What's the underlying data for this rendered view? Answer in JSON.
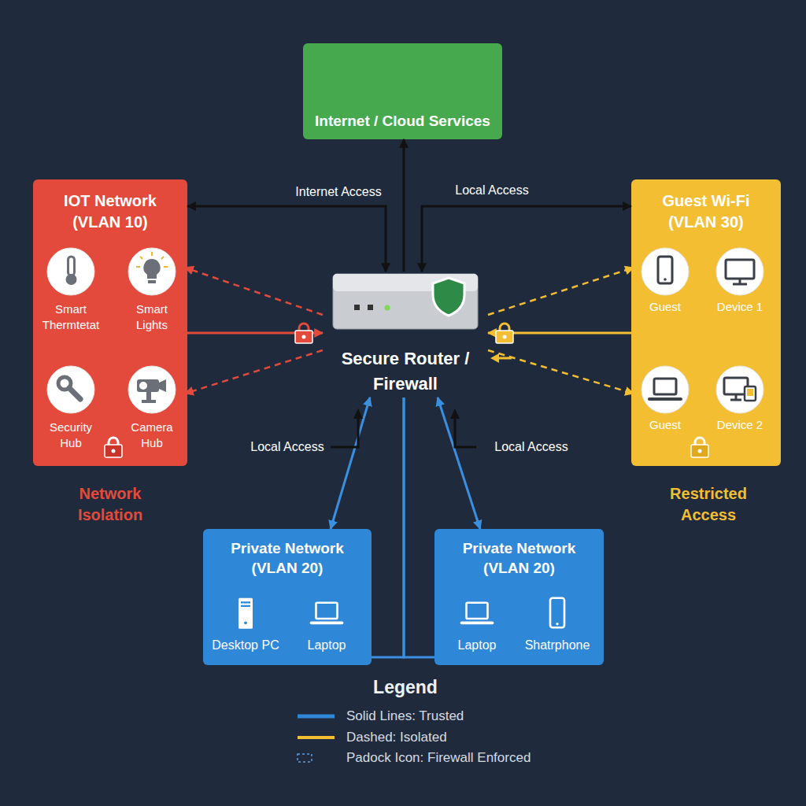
{
  "diagram": {
    "nodes": [
      {
        "text": [
          "Internet / Cloud Services"
        ]
      },
      {
        "text": [
          "IOT Network (VLAN 10)"
        ]
      },
      {
        "text": [
          "Smart Thermtetat"
        ],
        "in": 1
      },
      {
        "text": [
          "Smart Lights"
        ],
        "in": 1
      },
      {
        "text": [
          "Security Hub"
        ],
        "in": 1
      },
      {
        "text": [
          "Camera Hub"
        ],
        "in": 1
      },
      {
        "text": [
          "Guest Wi-Fi (VLAN 30)"
        ]
      },
      {
        "text": [
          "Guest"
        ],
        "in": 6
      },
      {
        "text": [
          "Device 1"
        ],
        "in": 6
      },
      {
        "text": [
          "Guest"
        ],
        "in": 6
      },
      {
        "text": [
          "Device 2"
        ],
        "in": 6
      },
      {
        "text": [
          "Secure Router / Firewall"
        ]
      },
      {
        "text": [
          "Private Network (VLAN 20)"
        ]
      },
      {
        "text": [
          "Desktop PC"
        ],
        "in": 12
      },
      {
        "text": [
          "Laptop"
        ],
        "in": 12
      },
      {
        "text": [
          "Private Network (VLAN 20)"
        ]
      },
      {
        "text": [
          "Laptop"
        ],
        "in": 15
      },
      {
        "text": [
          "Shatrphone"
        ],
        "in": 15
      }
    ],
    "edges": [
      {
        "from": 11,
        "to": 0,
        "arrow": "to"
      },
      {
        "from": 1,
        "to": 11,
        "label": "Internet Access",
        "arrow": "both"
      },
      {
        "from": 11,
        "to": 6,
        "label": "Local Access",
        "arrow": "both"
      },
      {
        "from": 11,
        "to": 3,
        "arrow": "to"
      },
      {
        "from": 11,
        "to": 5,
        "arrow": "to"
      },
      {
        "from": 1,
        "to": 11,
        "arrow": "to"
      },
      {
        "from": 11,
        "to": 7,
        "arrow": "to"
      },
      {
        "from": 11,
        "to": 9,
        "arrow": "to"
      },
      {
        "from": 6,
        "to": 11,
        "arrow": "to"
      },
      {
        "from": 12,
        "to": 11,
        "arrow": "both"
      },
      {
        "from": 15,
        "to": 11,
        "arrow": "both"
      },
      {
        "from": 11,
        "to": 12,
        "arrow": "none"
      },
      {
        "from": 11,
        "to": 15,
        "arrow": "none"
      }
    ],
    "labels": [
      "Local Access",
      "Local Access",
      "Network Isolation",
      "Restricted Access",
      "Legend"
    ],
    "legend": [
      {
        "text": "Solid Lines: Trusted"
      },
      {
        "text": "Dashed: Isolated"
      },
      {
        "text": "Padock Icon: Firewall Enforced"
      }
    ]
  }
}
